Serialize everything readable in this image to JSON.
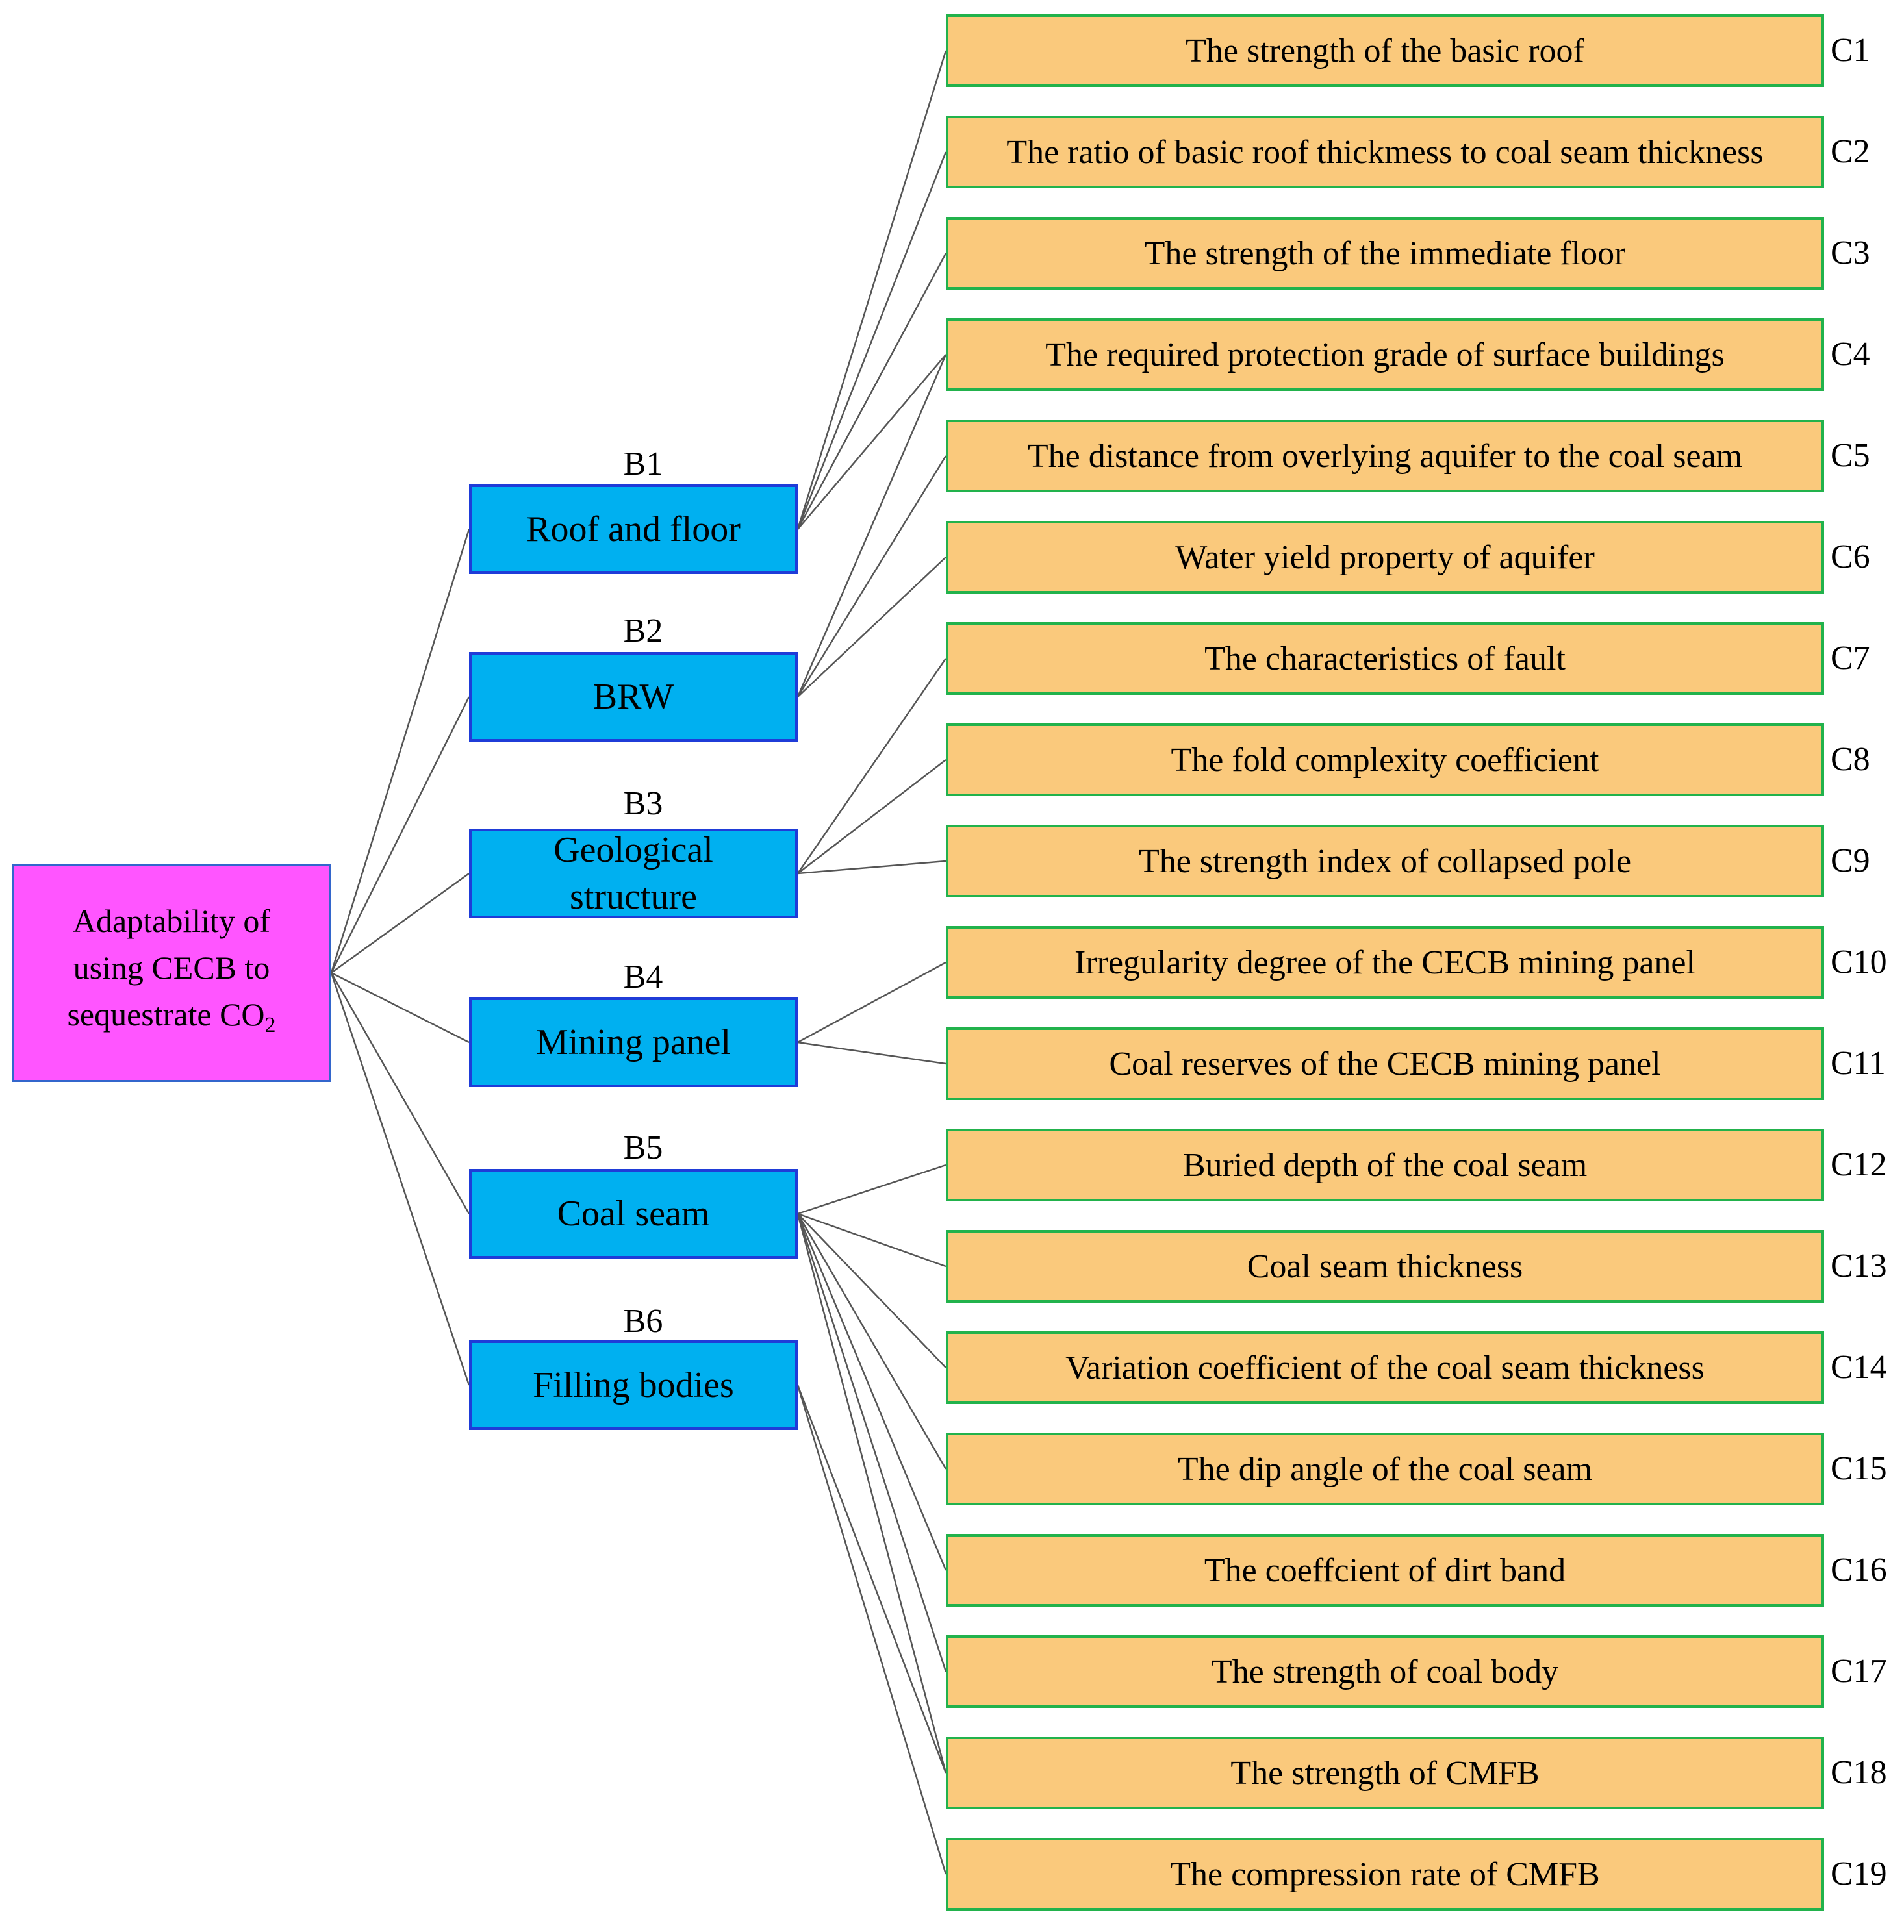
{
  "root": {
    "label_lines": [
      "Adaptability of",
      "using CECB to",
      "sequestrate CO"
    ],
    "subscript": "2"
  },
  "criteria": [
    {
      "id": "B1",
      "label": "Roof  and  floor"
    },
    {
      "id": "B2",
      "label": "BRW"
    },
    {
      "id": "B3",
      "label_lines": [
        "Geological",
        "structure"
      ]
    },
    {
      "id": "B4",
      "label": "Mining panel"
    },
    {
      "id": "B5",
      "label": "Coal seam"
    },
    {
      "id": "B6",
      "label": "Filling bodies"
    }
  ],
  "indicators": [
    {
      "id": "C1",
      "label": "The strength of the basic roof"
    },
    {
      "id": "C2",
      "label": "The ratio of basic roof thickmess to coal seam thickness"
    },
    {
      "id": "C3",
      "label": "The strength of the immediate floor"
    },
    {
      "id": "C4",
      "label": "The  required protection grade of surface buildings"
    },
    {
      "id": "C5",
      "label": "The distance from overlying  aquifer to the  coal seam"
    },
    {
      "id": "C6",
      "label": "Water yield property of aquifer"
    },
    {
      "id": "C7",
      "label": "The characteristics of fault"
    },
    {
      "id": "C8",
      "label": "The fold complexity coefficient"
    },
    {
      "id": "C9",
      "label": "The strength index of collapsed pole"
    },
    {
      "id": "C10",
      "label": "Irregularity degree of the CECB mining panel"
    },
    {
      "id": "C11",
      "label": "Coal reserves of the CECB mining panel"
    },
    {
      "id": "C12",
      "label": "Buried depth of the coal seam"
    },
    {
      "id": "C13",
      "label": "Coal seam thickness"
    },
    {
      "id": "C14",
      "label": "Variation coefficient of the coal seam thickness"
    },
    {
      "id": "C15",
      "label": "The dip angle of the coal seam"
    },
    {
      "id": "C16",
      "label": "The coeffcient of dirt band"
    },
    {
      "id": "C17",
      "label": "The strength of coal body"
    },
    {
      "id": "C18",
      "label": "The strength  of  CMFB"
    },
    {
      "id": "C19",
      "label": "The compression rate of CMFB"
    }
  ],
  "links": [
    {
      "from": "B1",
      "to": [
        "C1",
        "C2",
        "C3",
        "C4"
      ]
    },
    {
      "from": "B2",
      "to": [
        "C4",
        "C5",
        "C6"
      ]
    },
    {
      "from": "B3",
      "to": [
        "C7",
        "C8",
        "C9"
      ]
    },
    {
      "from": "B4",
      "to": [
        "C10",
        "C11"
      ]
    },
    {
      "from": "B5",
      "to": [
        "C12",
        "C13",
        "C14",
        "C15",
        "C16",
        "C17",
        "C18"
      ]
    },
    {
      "from": "B6",
      "to": [
        "C18",
        "C19"
      ]
    }
  ],
  "colors": {
    "root_fill": "#ff55ff",
    "root_border": "#3366cc",
    "criteria_fill": "#00b0f0",
    "criteria_border": "#1f3cd8",
    "indicator_fill": "#fac97c",
    "indicator_border": "#22b24c",
    "connector": "#555555"
  }
}
